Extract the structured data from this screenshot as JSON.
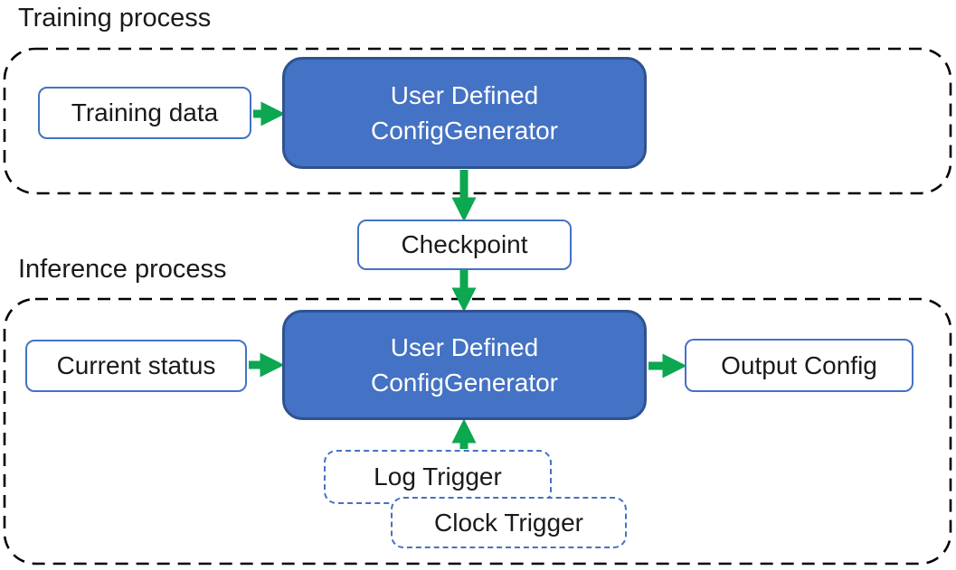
{
  "colors": {
    "generator_fill": "#4472C4",
    "generator_border": "#2F528F",
    "box_border_blue": "#4472C4",
    "arrow_green": "#0CA750",
    "dashed_region_border": "#000000",
    "text_dark": "#1a1a1a",
    "text_light": "#ffffff"
  },
  "training": {
    "section_label": "Training process",
    "input_box": "Training data",
    "generator_line1": "User Defined",
    "generator_line2": "ConfigGenerator"
  },
  "checkpoint": {
    "label": "Checkpoint"
  },
  "inference": {
    "section_label": "Inference process",
    "input_box": "Current status",
    "generator_line1": "User Defined",
    "generator_line2": "ConfigGenerator",
    "output_box": "Output Config",
    "log_trigger": "Log Trigger",
    "clock_trigger": "Clock Trigger"
  },
  "icons": {
    "arrows": [
      "arrow-training-data-to-generator",
      "arrow-generator-to-checkpoint",
      "arrow-checkpoint-to-generator",
      "arrow-current-status-to-generator",
      "arrow-generator-to-output-config",
      "arrow-log-trigger-to-generator"
    ]
  }
}
